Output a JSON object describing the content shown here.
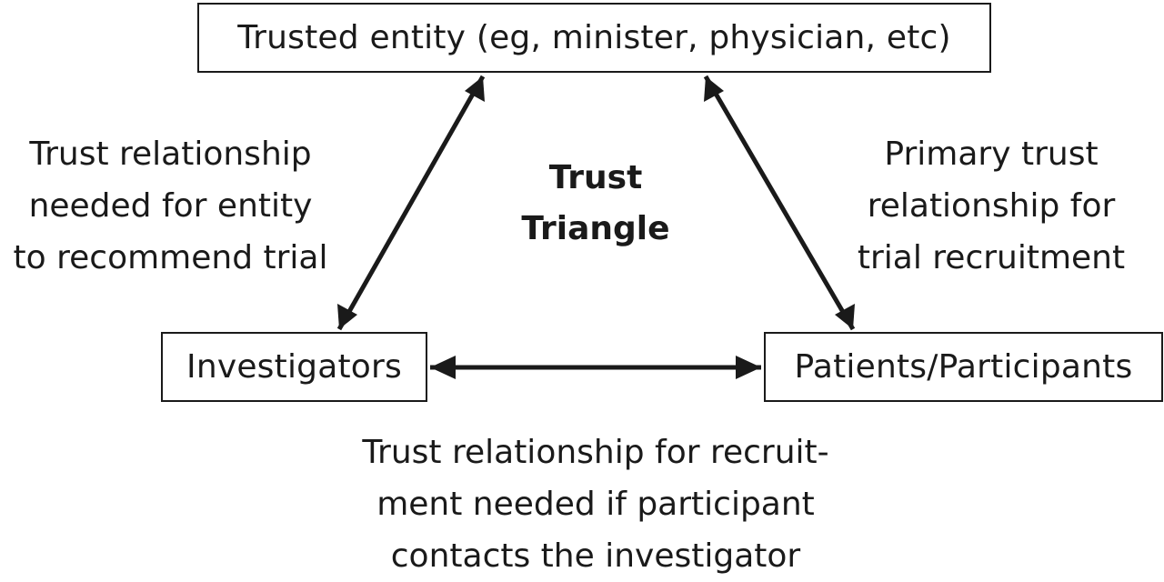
{
  "nodes": {
    "top": "Trusted entity (eg, minister, physician, etc)",
    "left": "Investigators",
    "right": "Patients/Participants"
  },
  "center_title": [
    "Trust",
    "Triangle"
  ],
  "edge_labels": {
    "left": [
      "Trust relationship",
      "needed for entity",
      "to recommend trial"
    ],
    "right": [
      "Primary trust",
      "relationship for",
      "trial recruitment"
    ],
    "bottom": [
      "Trust relationship for recruit-",
      "ment needed if participant",
      "contacts the investigator"
    ]
  },
  "colors": {
    "stroke": "#1a1a1a",
    "background": "#ffffff"
  }
}
